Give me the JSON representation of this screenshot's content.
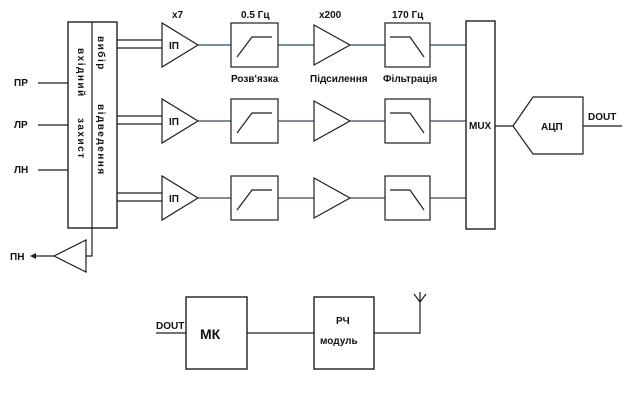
{
  "inputs": {
    "pr": "ПР",
    "lr": "ЛР",
    "ln": "ЛН",
    "pn": "ПН"
  },
  "protection_block": {
    "line1": "вхідний",
    "line2": "захист",
    "line3": "вибір",
    "line4": "відведення"
  },
  "ip_label": "ІП",
  "gain_top": "x7",
  "hpf_top": "0.5 Гц",
  "amp_top": "x200",
  "lpf_top": "170 Гц",
  "stage_captions": {
    "decoupling": "Розв'язка",
    "amplification": "Підсилення",
    "filtering": "Фільтрація"
  },
  "mux_label": "MUX",
  "adc_label": "АЦП",
  "dout_label": "DOUT",
  "mcu": {
    "dout_label": "DOUT",
    "mk_label": "МК",
    "rf_line1": "РЧ",
    "rf_line2": "модуль"
  },
  "colors": {
    "line": "#1f1f1f",
    "bus": "#2a4a6a"
  }
}
